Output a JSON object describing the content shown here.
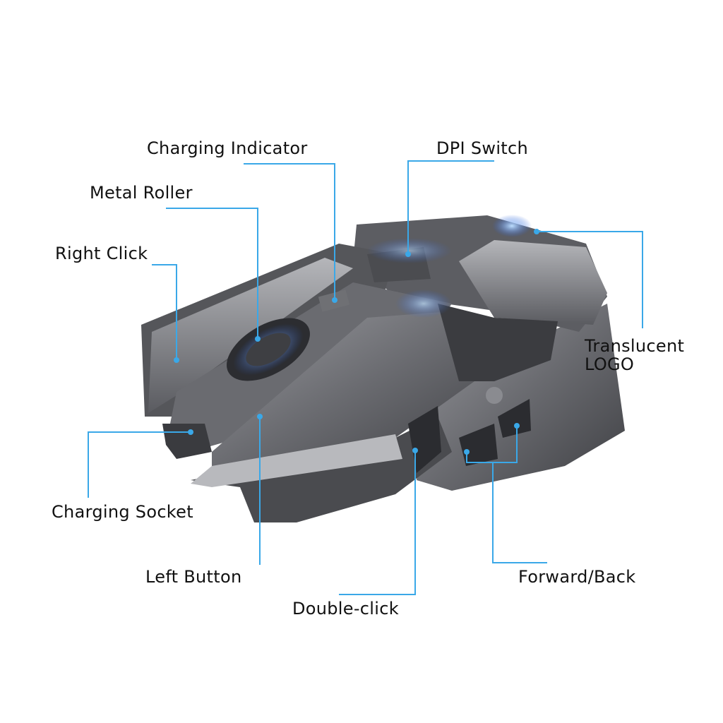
{
  "colors": {
    "leader_line": "#3aa8e8",
    "body": "#6d6e72",
    "glow": "#3a7bff"
  },
  "labels": {
    "charging_indicator": "Charging Indicator",
    "dpi_switch": "DPI Switch",
    "metal_roller": "Metal Roller",
    "right_click": "Right Click",
    "translucent_logo_1": "Translucent",
    "translucent_logo_2": "LOGO",
    "charging_socket": "Charging Socket",
    "left_button": "Left Button",
    "double_click": "Double-click",
    "forward_back": "Forward/Back"
  }
}
